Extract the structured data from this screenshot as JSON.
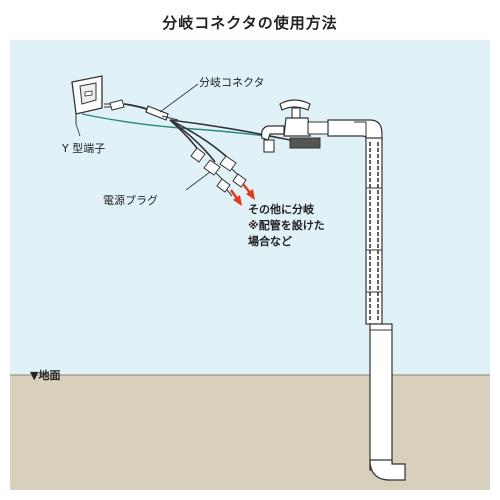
{
  "title": "分岐コネクタの使用方法",
  "labels": {
    "connector": "分岐コネクタ",
    "y_terminal": "Y 型端子",
    "power_plug": "電源プラグ",
    "ground": "▼地面"
  },
  "note": {
    "line1": "その他に分岐",
    "line2": "※配管を設けた",
    "line3": "場合など"
  },
  "colors": {
    "sky": "#e0f2f8",
    "ground": "#d9cfbd",
    "pipe": "#ffffff",
    "outline": "#333333",
    "heater_cable": "#2b8a7a",
    "arrow": "#e23a1c"
  }
}
